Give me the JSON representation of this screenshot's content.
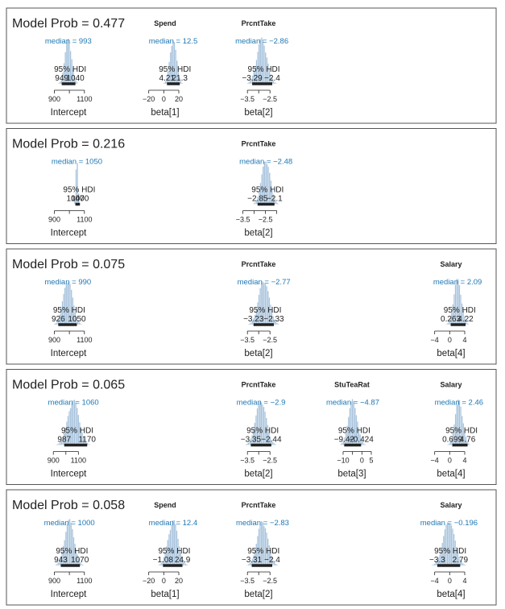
{
  "chart_data": {
    "type": "histogram",
    "title_prefix": "Model Prob",
    "hdi_label": "95% HDI",
    "median_label": "median",
    "colors": {
      "bar": "#a9c4dd",
      "median_text": "#1f78b4",
      "hdi_bar": "#222222",
      "text": "#222222",
      "frame": "#555555"
    },
    "columns": [
      {
        "x_center": 88
      },
      {
        "x_center": 208
      },
      {
        "x_center": 324
      },
      {
        "x_center": 440
      },
      {
        "x_center": 563
      }
    ],
    "models": [
      {
        "prob": "0.477",
        "panels": [
          {
            "col": 0,
            "title": "",
            "xlabel": "Intercept",
            "median": "993",
            "median_value": 993,
            "hdi": [
              949,
              1040
            ],
            "hdi_labels": [
              "949",
              "1040"
            ],
            "xlim": [
              860,
              1160
            ],
            "ticks": [
              900,
              1000,
              1100
            ],
            "tick_labels": [
              "900",
              "",
              "1100"
            ],
            "sd": 22
          },
          {
            "col": 1,
            "title": "Spend",
            "xlabel": "beta[1]",
            "median": "12.5",
            "median_value": 12.5,
            "hdi": [
              4.21,
              21.3
            ],
            "hdi_labels": [
              "4.21",
              "21.3"
            ],
            "xlim": [
              -25,
              35
            ],
            "ticks": [
              -20,
              0,
              20
            ],
            "tick_labels": [
              "−20",
              "0",
              "20"
            ],
            "sd": 4.3
          },
          {
            "col": 2,
            "title": "PrcntTake",
            "xlabel": "beta[2]",
            "median": "−2.86",
            "median_value": -2.86,
            "hdi": [
              -3.29,
              -2.4
            ],
            "hdi_labels": [
              "−3.29",
              "−2.4"
            ],
            "xlim": [
              -3.9,
              -1.9
            ],
            "ticks": [
              -3.5,
              -3.0,
              -2.5
            ],
            "tick_labels": [
              "−3.5",
              "",
              "−2.5"
            ],
            "sd": 0.22
          }
        ]
      },
      {
        "prob": "0.216",
        "panels": [
          {
            "col": 0,
            "title": "",
            "xlabel": "Intercept",
            "median": "1050",
            "median_value": 1050,
            "hdi": [
              1040,
              1070
            ],
            "hdi_labels": [
              "1040",
              "1070"
            ],
            "xlim": [
              860,
              1160
            ],
            "ticks": [
              900,
              1000,
              1100
            ],
            "tick_labels": [
              "900",
              "",
              "1100"
            ],
            "sd": 7
          },
          {
            "col": 2,
            "title": "PrcntTake",
            "xlabel": "beta[2]",
            "median": "−2.48",
            "median_value": -2.48,
            "hdi": [
              -2.85,
              -2.1
            ],
            "hdi_labels": [
              "−2.85",
              "−2.1"
            ],
            "xlim": [
              -3.7,
              -1.7
            ],
            "ticks": [
              -3.5,
              -3.0,
              -2.5,
              -2.0
            ],
            "tick_labels": [
              "−3.5",
              "",
              "−2.5",
              ""
            ],
            "sd": 0.19
          }
        ]
      },
      {
        "prob": "0.075",
        "panels": [
          {
            "col": 0,
            "title": "",
            "xlabel": "Intercept",
            "median": "990",
            "median_value": 990,
            "hdi": [
              926,
              1050
            ],
            "hdi_labels": [
              "926",
              "1050"
            ],
            "xlim": [
              860,
              1160
            ],
            "ticks": [
              900,
              1000,
              1100
            ],
            "tick_labels": [
              "900",
              "",
              "1100"
            ],
            "sd": 31
          },
          {
            "col": 2,
            "title": "PrcntTake",
            "xlabel": "beta[2]",
            "median": "−2.77",
            "median_value": -2.77,
            "hdi": [
              -3.23,
              -2.33
            ],
            "hdi_labels": [
              "−3.23",
              "−2.33"
            ],
            "xlim": [
              -3.9,
              -1.9
            ],
            "ticks": [
              -3.5,
              -3.0,
              -2.5
            ],
            "tick_labels": [
              "−3.5",
              "",
              "−2.5"
            ],
            "sd": 0.23
          },
          {
            "col": 4,
            "title": "Salary",
            "xlabel": "beta[4]",
            "median": "2.09",
            "median_value": 2.09,
            "hdi": [
              0.263,
              4.22
            ],
            "hdi_labels": [
              "0.263",
              "4.22"
            ],
            "xlim": [
              -5,
              7
            ],
            "ticks": [
              -4,
              0,
              4
            ],
            "tick_labels": [
              "−4",
              "0",
              "4"
            ],
            "sd": 1.0
          }
        ]
      },
      {
        "prob": "0.065",
        "panels": [
          {
            "col": 0,
            "title": "",
            "xlabel": "Intercept",
            "median": "1060",
            "median_value": 1060,
            "hdi": [
              987,
              1170
            ],
            "hdi_labels": [
              "987",
              "1170"
            ],
            "xlim": [
              860,
              1220
            ],
            "ticks": [
              900,
              1000,
              1100
            ],
            "tick_labels": [
              "900",
              "",
              "1100"
            ],
            "sd": 45
          },
          {
            "col": 2,
            "title": "PrcntTake",
            "xlabel": "beta[2]",
            "median": "−2.9",
            "median_value": -2.9,
            "hdi": [
              -3.35,
              -2.44
            ],
            "hdi_labels": [
              "−3.35",
              "−2.44"
            ],
            "xlim": [
              -3.9,
              -1.9
            ],
            "ticks": [
              -3.5,
              -3.0,
              -2.5
            ],
            "tick_labels": [
              "−3.5",
              "",
              "−2.5"
            ],
            "sd": 0.23
          },
          {
            "col": 3,
            "title": "StuTeaRat",
            "xlabel": "beta[3]",
            "median": "−4.87",
            "median_value": -4.87,
            "hdi": [
              -9.42,
              -0.424
            ],
            "hdi_labels": [
              "−9.42",
              "−0.424"
            ],
            "xlim": [
              -16,
              8
            ],
            "ticks": [
              -10,
              -5,
              0,
              5
            ],
            "tick_labels": [
              "−10",
              "",
              "0",
              "5"
            ],
            "sd": 2.3
          },
          {
            "col": 4,
            "title": "Salary",
            "xlabel": "beta[4]",
            "median": "2.46",
            "median_value": 2.46,
            "hdi": [
              0.699,
              4.76
            ],
            "hdi_labels": [
              "0.699",
              "4.76"
            ],
            "xlim": [
              -5,
              7
            ],
            "ticks": [
              -4,
              0,
              4
            ],
            "tick_labels": [
              "−4",
              "0",
              "4"
            ],
            "sd": 1.0
          }
        ]
      },
      {
        "prob": "0.058",
        "panels": [
          {
            "col": 0,
            "title": "",
            "xlabel": "Intercept",
            "median": "1000",
            "median_value": 1000,
            "hdi": [
              943,
              1070
            ],
            "hdi_labels": [
              "943",
              "1070"
            ],
            "xlim": [
              860,
              1160
            ],
            "ticks": [
              900,
              1000,
              1100
            ],
            "tick_labels": [
              "900",
              "",
              "1100"
            ],
            "sd": 32
          },
          {
            "col": 1,
            "title": "Spend",
            "xlabel": "beta[1]",
            "median": "12.4",
            "median_value": 12.4,
            "hdi": [
              -1.08,
              24.9
            ],
            "hdi_labels": [
              "−1.08",
              "24.9"
            ],
            "xlim": [
              -25,
              35
            ],
            "ticks": [
              -20,
              0,
              20
            ],
            "tick_labels": [
              "−20",
              "0",
              "20"
            ],
            "sd": 6.6
          },
          {
            "col": 2,
            "title": "PrcntTake",
            "xlabel": "beta[2]",
            "median": "−2.83",
            "median_value": -2.83,
            "hdi": [
              -3.31,
              -2.4
            ],
            "hdi_labels": [
              "−3.31",
              "−2.4"
            ],
            "xlim": [
              -3.9,
              -1.9
            ],
            "ticks": [
              -3.5,
              -3.0,
              -2.5
            ],
            "tick_labels": [
              "−3.5",
              "",
              "−2.5"
            ],
            "sd": 0.23
          },
          {
            "col": 4,
            "title": "Salary",
            "xlabel": "beta[4]",
            "median": "−0.196",
            "median_value": -0.196,
            "hdi": [
              -3.3,
              2.79
            ],
            "hdi_labels": [
              "−3.3",
              "2.79"
            ],
            "xlim": [
              -5,
              7
            ],
            "ticks": [
              -4,
              0,
              4
            ],
            "tick_labels": [
              "−4",
              "0",
              "4"
            ],
            "sd": 1.5
          }
        ]
      }
    ]
  }
}
